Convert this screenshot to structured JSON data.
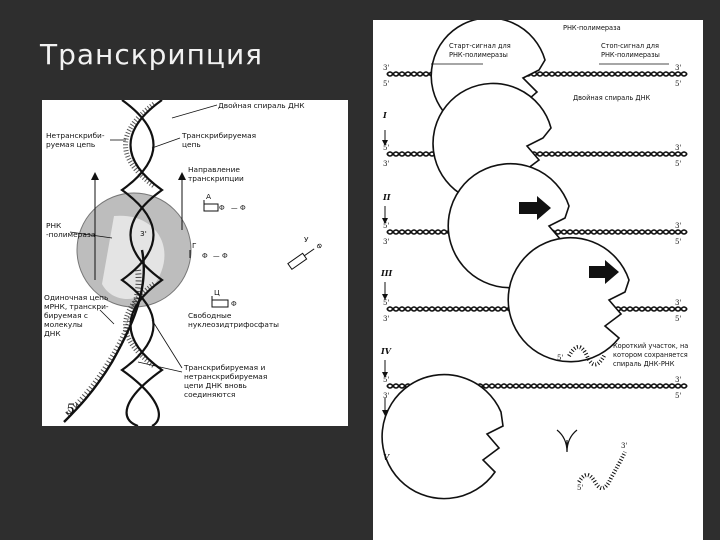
{
  "slide": {
    "title": "Транскрипция"
  },
  "left_diagram": {
    "label_double_helix": "Двойная спираль ДНК",
    "label_nontranscribed_1": "Нетранскриби-",
    "label_nontranscribed_2": "руемая цепь",
    "label_transcribed_1": "Транскрибируемая",
    "label_transcribed_2": "цепь",
    "label_direction_1": "Направление",
    "label_direction_2": "транскрипции",
    "label_rna_pol_1": "РНК",
    "label_rna_pol_2": "-полимераза",
    "label_mrna_1": "Одиночная цепь",
    "label_mrna_2": "мРНК, транскри-",
    "label_mrna_3": "бируемая с",
    "label_mrna_4": "молекулы",
    "label_mrna_5": "ДНК",
    "label_free_1": "Свободные",
    "label_free_2": "нуклеозидтрифосфаты",
    "label_rejoin_1": "Транскрибируемая и",
    "label_rejoin_2": "нетранскрибируемая",
    "label_rejoin_3": "цепи ДНК вновь",
    "label_rejoin_4": "соединяются",
    "nucleotide_a": "А",
    "nucleotide_g": "Г",
    "nucleotide_c": "Ц",
    "nucleotide_u": "У",
    "phosphate": "Ф",
    "prime_3": "3'",
    "prime_5": "5'"
  },
  "right_diagram": {
    "label_rna_polymerase": "РНК-полимераза",
    "label_start_1": "Старт-сигнал для",
    "label_start_2": "РНК-полимеразы",
    "label_stop_1": "Стоп-сигнал для",
    "label_stop_2": "РНК-полимеразы",
    "label_double_helix": "Двойная спираль ДНК",
    "label_short_1": "Короткий участок, на",
    "label_short_2": "котором сохраняется",
    "label_short_3": "спираль ДНК-РНК",
    "stage_i": "I",
    "stage_ii": "II",
    "stage_iii": "III",
    "stage_iv": "IV",
    "stage_v": "V",
    "end_3": "3'",
    "end_5": "5'"
  }
}
